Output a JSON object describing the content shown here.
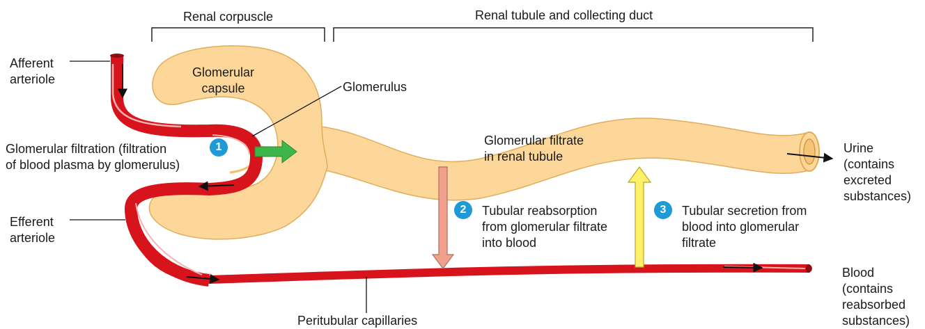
{
  "header": {
    "renal_corpuscle": "Renal corpuscle",
    "renal_tubule": "Renal tubule and collecting duct"
  },
  "labels": {
    "afferent": [
      "Afferent",
      "arteriole"
    ],
    "efferent": [
      "Efferent",
      "arteriole"
    ],
    "glomerular_capsule": [
      "Glomerular",
      "capsule"
    ],
    "glomerulus": "Glomerulus",
    "glomerular_filtration": [
      "Glomerular filtration (filtration",
      "of blood plasma by glomerulus)"
    ],
    "filtrate": [
      "Glomerular filtrate",
      "in renal tubule"
    ],
    "urine": [
      "Urine",
      "(contains",
      "excreted",
      "substances)"
    ],
    "blood": [
      "Blood",
      "(contains",
      "reabsorbed",
      "substances)"
    ],
    "peritubular": "Peritubular capillaries",
    "reabsorption": [
      "Tubular reabsorption",
      "from glomerular filtrate",
      "into blood"
    ],
    "secretion": [
      "Tubular secretion from",
      "blood into glomerular",
      "filtrate"
    ]
  },
  "steps": [
    "1",
    "2",
    "3"
  ],
  "colors": {
    "vessel": "#d7141b",
    "vessel_highlight": "#f6b3b0",
    "tubule": "#fdd79a",
    "tubule_edge": "#e0ad5a",
    "step_badge": "#1f9ad6",
    "filtration_arrow": "#3db54a",
    "reabsorption_arrow": "#f0a08c",
    "secretion_arrow": "#fff06a"
  }
}
